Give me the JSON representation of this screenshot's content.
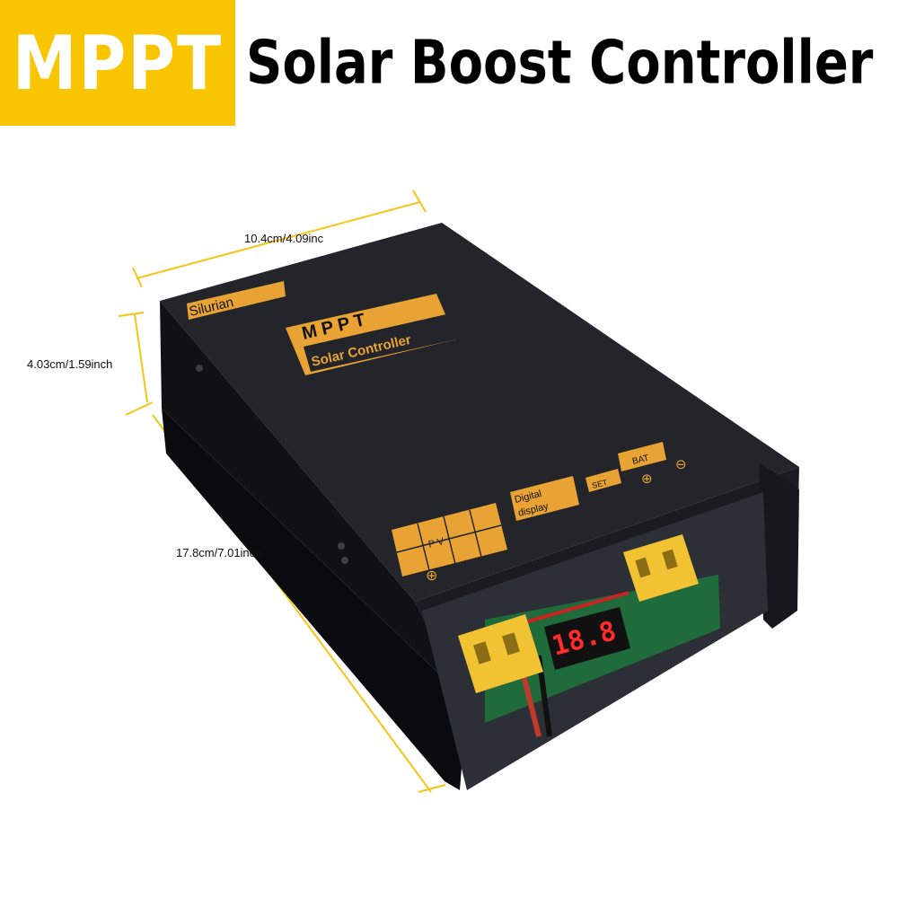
{
  "banner": {
    "badge_text": "MPPT",
    "title": "Solar Boost Controller",
    "badge_color": "#f9c400"
  },
  "dimensions": {
    "width": "10.4cm/4.09inc",
    "height": "4.03cm/1.59inch",
    "length": "17.8cm/7.01inch",
    "line_color": "#f5c518"
  },
  "device": {
    "brand": "Silurian",
    "logo_top": "M P P T",
    "logo_bottom": "Solar Controller",
    "pv_label": "P V",
    "display_label_1": "Digital",
    "display_label_2": "display",
    "set_label": "SET",
    "bat_label": "BAT",
    "readout": "18.8",
    "label_color": "#e8a334"
  }
}
